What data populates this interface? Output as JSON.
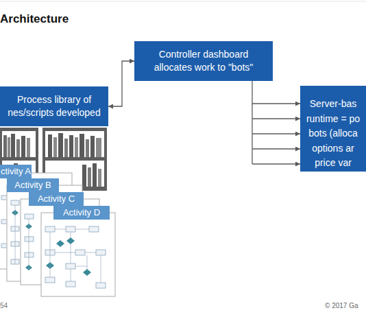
{
  "diagram": {
    "title": "Architecture",
    "nodes": [
      {
        "text": [
          "Controller dashboard allocates work to \"bots\""
        ]
      },
      {
        "text": [
          "Process library of nes/scripts developed"
        ]
      },
      {
        "text": [
          "Server-bas runtime = po bots (alloca options ar price var"
        ]
      },
      {
        "text": [
          "ctivity A"
        ]
      },
      {
        "text": [
          "Activity B"
        ]
      },
      {
        "text": [
          "Activity C"
        ]
      },
      {
        "text": [
          "Activity D"
        ]
      }
    ],
    "edges": [
      {
        "from": 0,
        "to": 1,
        "arrow": "both"
      },
      {
        "from": 0,
        "to": 2,
        "arrow": "to"
      }
    ],
    "labels": [
      "54",
      "© 2017 Ga"
    ]
  }
}
